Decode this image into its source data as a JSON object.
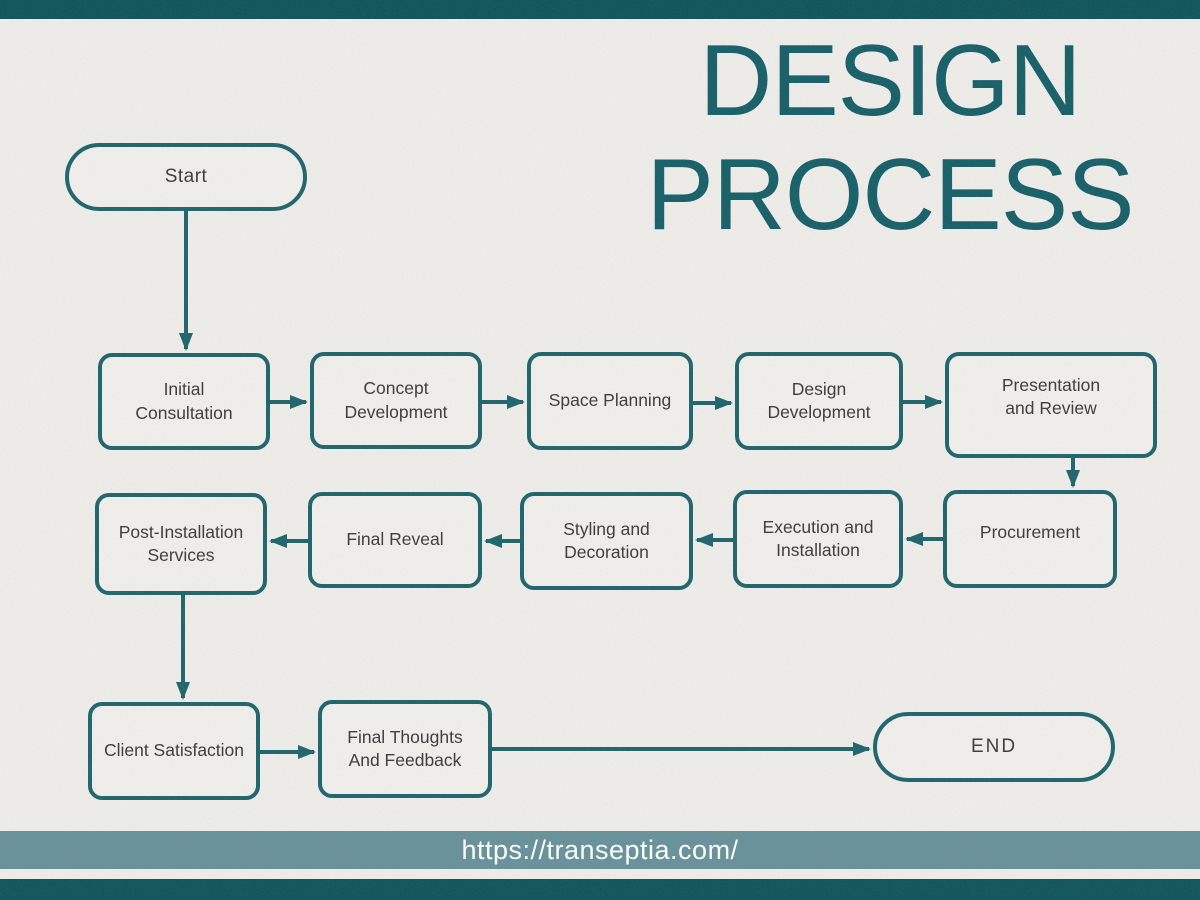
{
  "title": {
    "line1": "DESIGN",
    "line2": "PROCESS"
  },
  "footer": {
    "url": "https://transeptia.com/"
  },
  "colors": {
    "border_bar": "#0d5359",
    "node_stroke": "#1c646b",
    "arrow": "#1c646b",
    "title_text": "#155e67",
    "footer_bar": "#67919a",
    "footer_text": "#ffffff",
    "background": "#efeeea",
    "node_fill": "#f1f0ec",
    "node_text": "#3a3a3a"
  },
  "flowchart": {
    "nodes": [
      {
        "id": "start",
        "label": "Start",
        "shape": "terminator"
      },
      {
        "id": "initial-consultation",
        "label": "Initial\nConsultation",
        "shape": "process"
      },
      {
        "id": "concept-development",
        "label": "Concept\nDevelopment",
        "shape": "process"
      },
      {
        "id": "space-planning",
        "label": "Space Planning",
        "shape": "process"
      },
      {
        "id": "design-development",
        "label": "Design\nDevelopment",
        "shape": "process"
      },
      {
        "id": "presentation-review",
        "label": "Presentation\nand Review",
        "shape": "process"
      },
      {
        "id": "procurement",
        "label": "Procurement",
        "shape": "process"
      },
      {
        "id": "execution-installation",
        "label": "Execution and\nInstallation",
        "shape": "process"
      },
      {
        "id": "styling-decoration",
        "label": "Styling and\nDecoration",
        "shape": "process"
      },
      {
        "id": "final-reveal",
        "label": "Final Reveal",
        "shape": "process"
      },
      {
        "id": "post-installation",
        "label": "Post-Installation\nServices",
        "shape": "process"
      },
      {
        "id": "client-satisfaction",
        "label": "Client Satisfaction",
        "shape": "process"
      },
      {
        "id": "final-thoughts",
        "label": "Final Thoughts\nAnd Feedback",
        "shape": "process"
      },
      {
        "id": "end",
        "label": "END",
        "shape": "terminator"
      }
    ],
    "edges": [
      {
        "from": "start",
        "to": "initial-consultation"
      },
      {
        "from": "initial-consultation",
        "to": "concept-development"
      },
      {
        "from": "concept-development",
        "to": "space-planning"
      },
      {
        "from": "space-planning",
        "to": "design-development"
      },
      {
        "from": "design-development",
        "to": "presentation-review"
      },
      {
        "from": "presentation-review",
        "to": "procurement"
      },
      {
        "from": "procurement",
        "to": "execution-installation"
      },
      {
        "from": "execution-installation",
        "to": "styling-decoration"
      },
      {
        "from": "styling-decoration",
        "to": "final-reveal"
      },
      {
        "from": "final-reveal",
        "to": "post-installation"
      },
      {
        "from": "post-installation",
        "to": "client-satisfaction"
      },
      {
        "from": "client-satisfaction",
        "to": "final-thoughts"
      },
      {
        "from": "final-thoughts",
        "to": "end"
      }
    ]
  }
}
